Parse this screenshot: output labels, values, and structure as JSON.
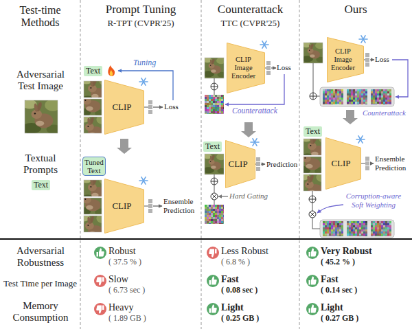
{
  "diagram": {
    "nodes": [
      {
        "text": [
          "Text"
        ]
      },
      {
        "text": [
          "Text"
        ]
      },
      {
        "text": [
          "CLIP"
        ]
      },
      {
        "text": [
          "Tuned Text"
        ]
      },
      {
        "text": [
          "CLIP"
        ]
      },
      {
        "text": [
          "CLIP Image Encoder"
        ]
      },
      {
        "text": [
          "Text"
        ]
      },
      {
        "text": [
          "CLIP"
        ]
      },
      {
        "text": [
          "CLIP Image Encoder"
        ]
      },
      {
        "text": [
          "Text"
        ]
      },
      {
        "text": [
          "CLIP"
        ]
      }
    ],
    "labels": [
      "Test-time Methods",
      "Prompt Tuning",
      "R-TPT (CVPR'25)",
      "Counterattack",
      "TTC (CVPR'25)",
      "Ours",
      "Adversarial Test Image",
      "Tuning",
      "Loss",
      "Loss",
      "Counterattack",
      "Loss",
      "Counterattack",
      "Textual Prompts",
      "Ensemble Prediction",
      "Prediction",
      "Hard Gating",
      "Ensemble Prediction",
      "Corruption-aware Soft Weighting",
      "Adversarial Robustness",
      "Robust",
      "( 37.5 % )",
      "Less Robust",
      "( 6.8 % )",
      "Very Robust",
      "( 45.2 % )",
      "Test Time per Image",
      "Slow",
      "( 6.73 sec )",
      "Fast",
      "( 0.08 sec )",
      "Fast",
      "( 0.14 sec )",
      "Memory Consumption",
      "Heavy",
      "( 1.89 GB )",
      "Light",
      "( 0.25 GB )",
      "Light",
      "( 0.27 GB )"
    ]
  }
}
